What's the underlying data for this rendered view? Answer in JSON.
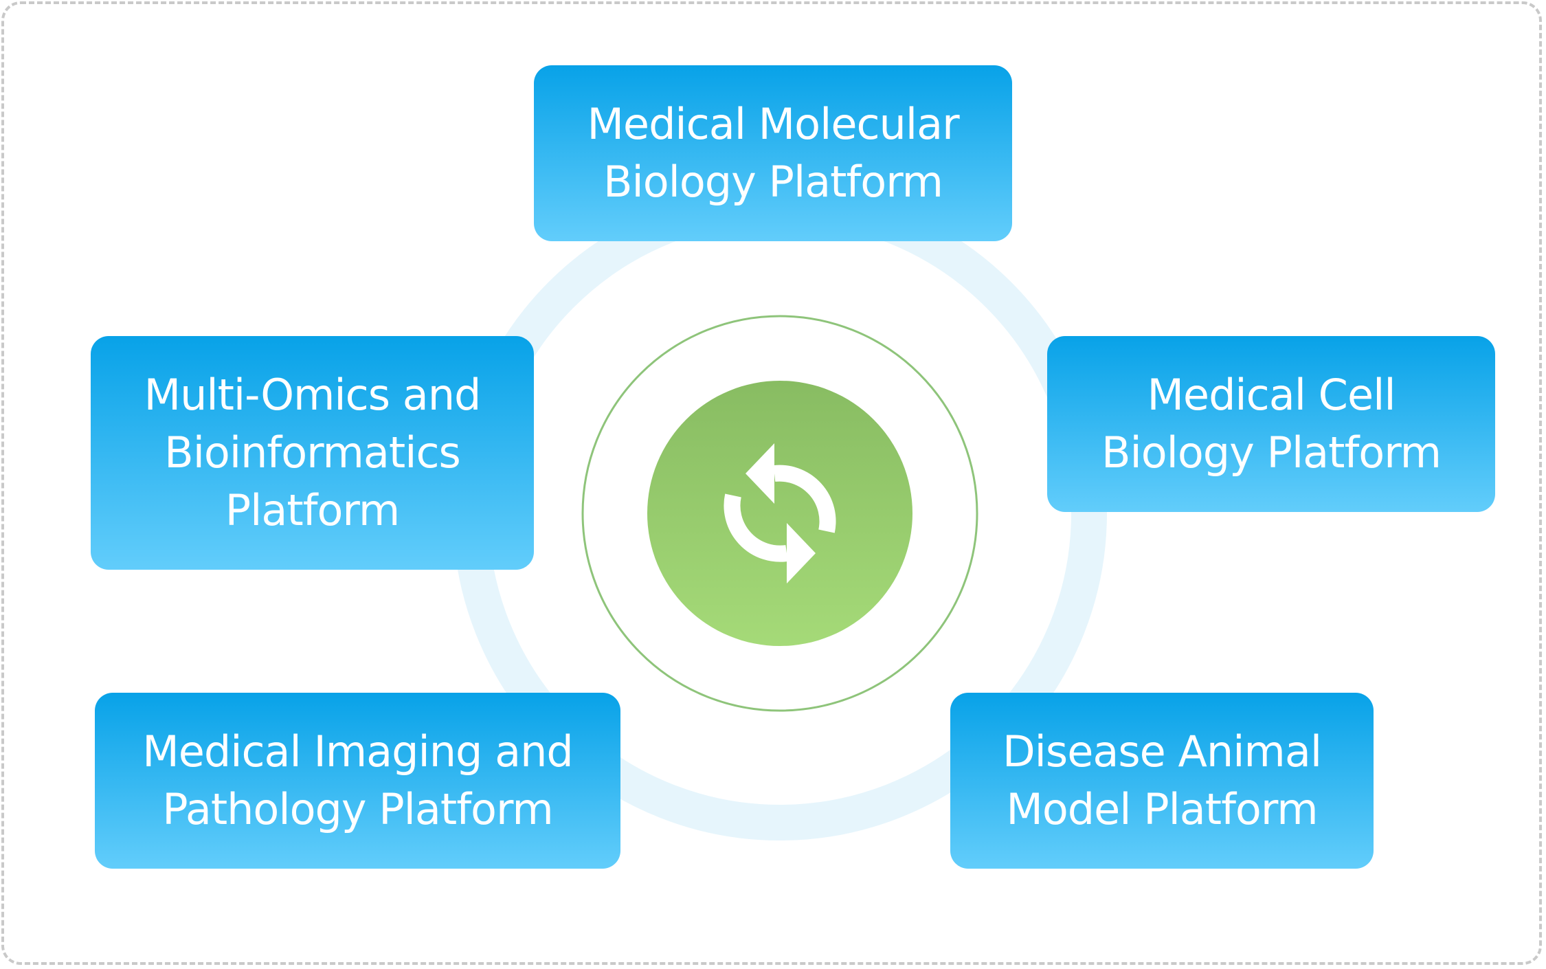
{
  "colors": {
    "box_top": "#08a2e8",
    "box_bottom": "#62cdfb",
    "ring": "#e6f5fc",
    "hub_top": "#88bc62",
    "hub_bottom": "#a5da78",
    "hub_outline": "#8ec47a",
    "frame_border": "#c9c9c9"
  },
  "center": {
    "icon": "refresh-cycle-icon"
  },
  "platforms": [
    {
      "id": "molecular",
      "lines": [
        "Medical Molecular",
        "Biology Platform"
      ]
    },
    {
      "id": "multiomics",
      "lines": [
        "Multi-Omics and",
        "Bioinformatics",
        "Platform"
      ]
    },
    {
      "id": "cell",
      "lines": [
        "Medical Cell",
        "Biology Platform"
      ]
    },
    {
      "id": "imaging",
      "lines": [
        "Medical Imaging and",
        "Pathology Platform"
      ]
    },
    {
      "id": "animal",
      "lines": [
        "Disease Animal",
        "Model Platform"
      ]
    }
  ]
}
